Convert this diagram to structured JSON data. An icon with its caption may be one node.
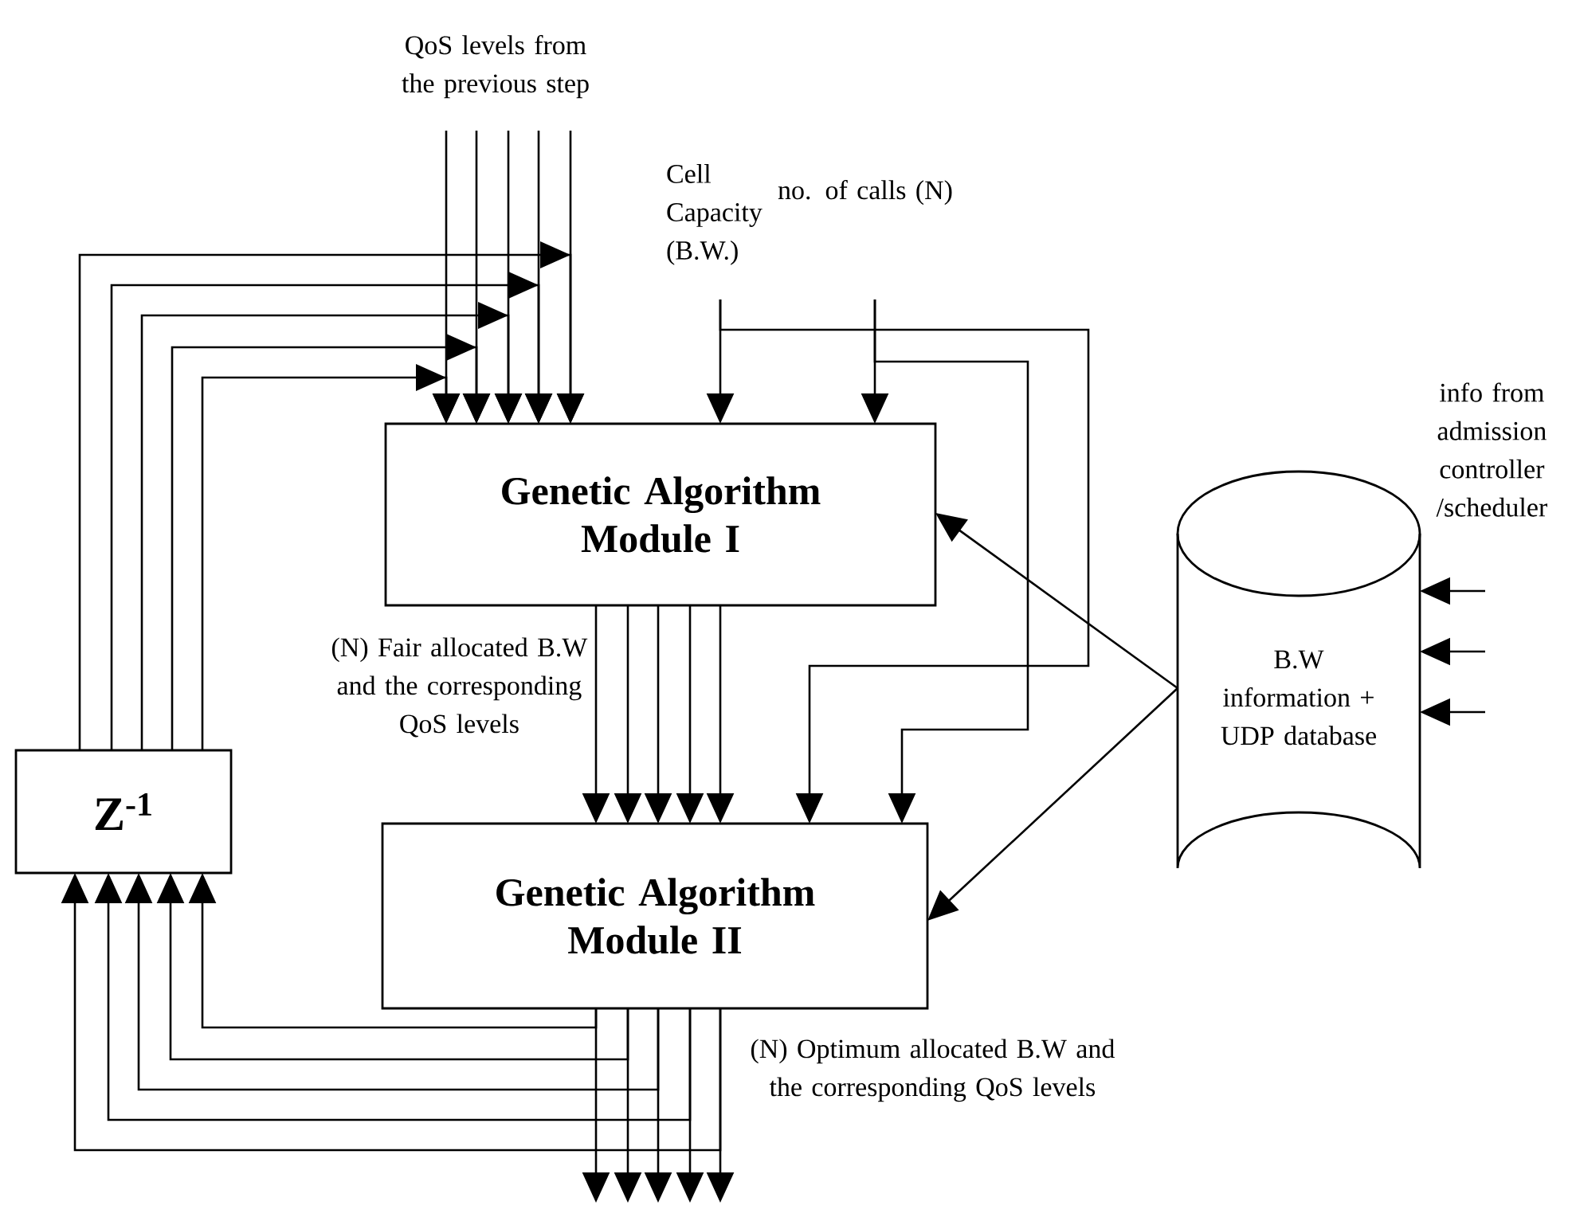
{
  "diagram": {
    "nodes": [
      {
        "text": [
          "QoS levels from the previous step"
        ]
      },
      {
        "text": [
          "Cell Capacity (B.W.)"
        ]
      },
      {
        "text": [
          "no. of calls (N)"
        ]
      },
      {
        "text": [
          "Genetic Algorithm Module I"
        ]
      },
      {
        "text": [
          "B.W information + UDP database"
        ]
      },
      {
        "text": [
          "Z$^{-1}$"
        ]
      },
      {
        "text": [
          "Genetic Algorithm Module II"
        ]
      }
    ],
    "edges": [
      {
        "from": 0,
        "to": 3,
        "arrow": "to"
      },
      {
        "from": 0,
        "to": 3,
        "arrow": "to"
      },
      {
        "from": 0,
        "to": 3,
        "arrow": "to"
      },
      {
        "from": 0,
        "to": 3,
        "arrow": "to"
      },
      {
        "from": 0,
        "to": 3,
        "arrow": "to"
      },
      {
        "from": 5,
        "to": 3,
        "arrow": "to"
      },
      {
        "from": 5,
        "to": 3,
        "arrow": "to"
      },
      {
        "from": 5,
        "to": 3,
        "arrow": "to"
      },
      {
        "from": 5,
        "to": 3,
        "arrow": "to"
      },
      {
        "from": 5,
        "to": 3,
        "arrow": "to"
      },
      {
        "from": 3,
        "to": 6,
        "arrow": "to"
      },
      {
        "from": 3,
        "to": 6,
        "arrow": "to"
      },
      {
        "from": 3,
        "to": 6,
        "arrow": "to"
      },
      {
        "from": 3,
        "to": 6,
        "arrow": "to"
      },
      {
        "from": 3,
        "to": 6,
        "arrow": "to"
      },
      {
        "from": 1,
        "to": 3,
        "arrow": "to"
      },
      {
        "from": 1,
        "to": 6,
        "arrow": "to"
      },
      {
        "from": 2,
        "to": 3,
        "arrow": "to"
      },
      {
        "from": 2,
        "to": 6,
        "arrow": "to"
      },
      {
        "from": 4,
        "to": 3,
        "arrow": "to"
      },
      {
        "from": 4,
        "to": 6,
        "arrow": "to"
      },
      {
        "from": null,
        "to": 4,
        "arrow": "to"
      },
      {
        "from": null,
        "to": 4,
        "arrow": "to"
      },
      {
        "from": null,
        "to": 4,
        "arrow": "to"
      },
      {
        "from": 6,
        "to": 5,
        "arrow": "to"
      },
      {
        "from": 6,
        "to": 5,
        "arrow": "to"
      },
      {
        "from": 6,
        "to": 5,
        "arrow": "to"
      },
      {
        "from": 6,
        "to": 5,
        "arrow": "to"
      },
      {
        "from": 6,
        "to": 5,
        "arrow": "to"
      },
      {
        "from": 6,
        "to": null,
        "arrow": "to"
      },
      {
        "from": 6,
        "to": null,
        "arrow": "to"
      },
      {
        "from": 6,
        "to": null,
        "arrow": "to"
      },
      {
        "from": 6,
        "to": null,
        "arrow": "to"
      },
      {
        "from": 6,
        "to": null,
        "arrow": "to"
      }
    ],
    "labels": [
      "info from admission controller /scheduler",
      "(N) Fair allocated B.W and the corresponding QoS levels",
      "(N) Optimum allocated B.W and the corresponding QoS levels"
    ]
  }
}
